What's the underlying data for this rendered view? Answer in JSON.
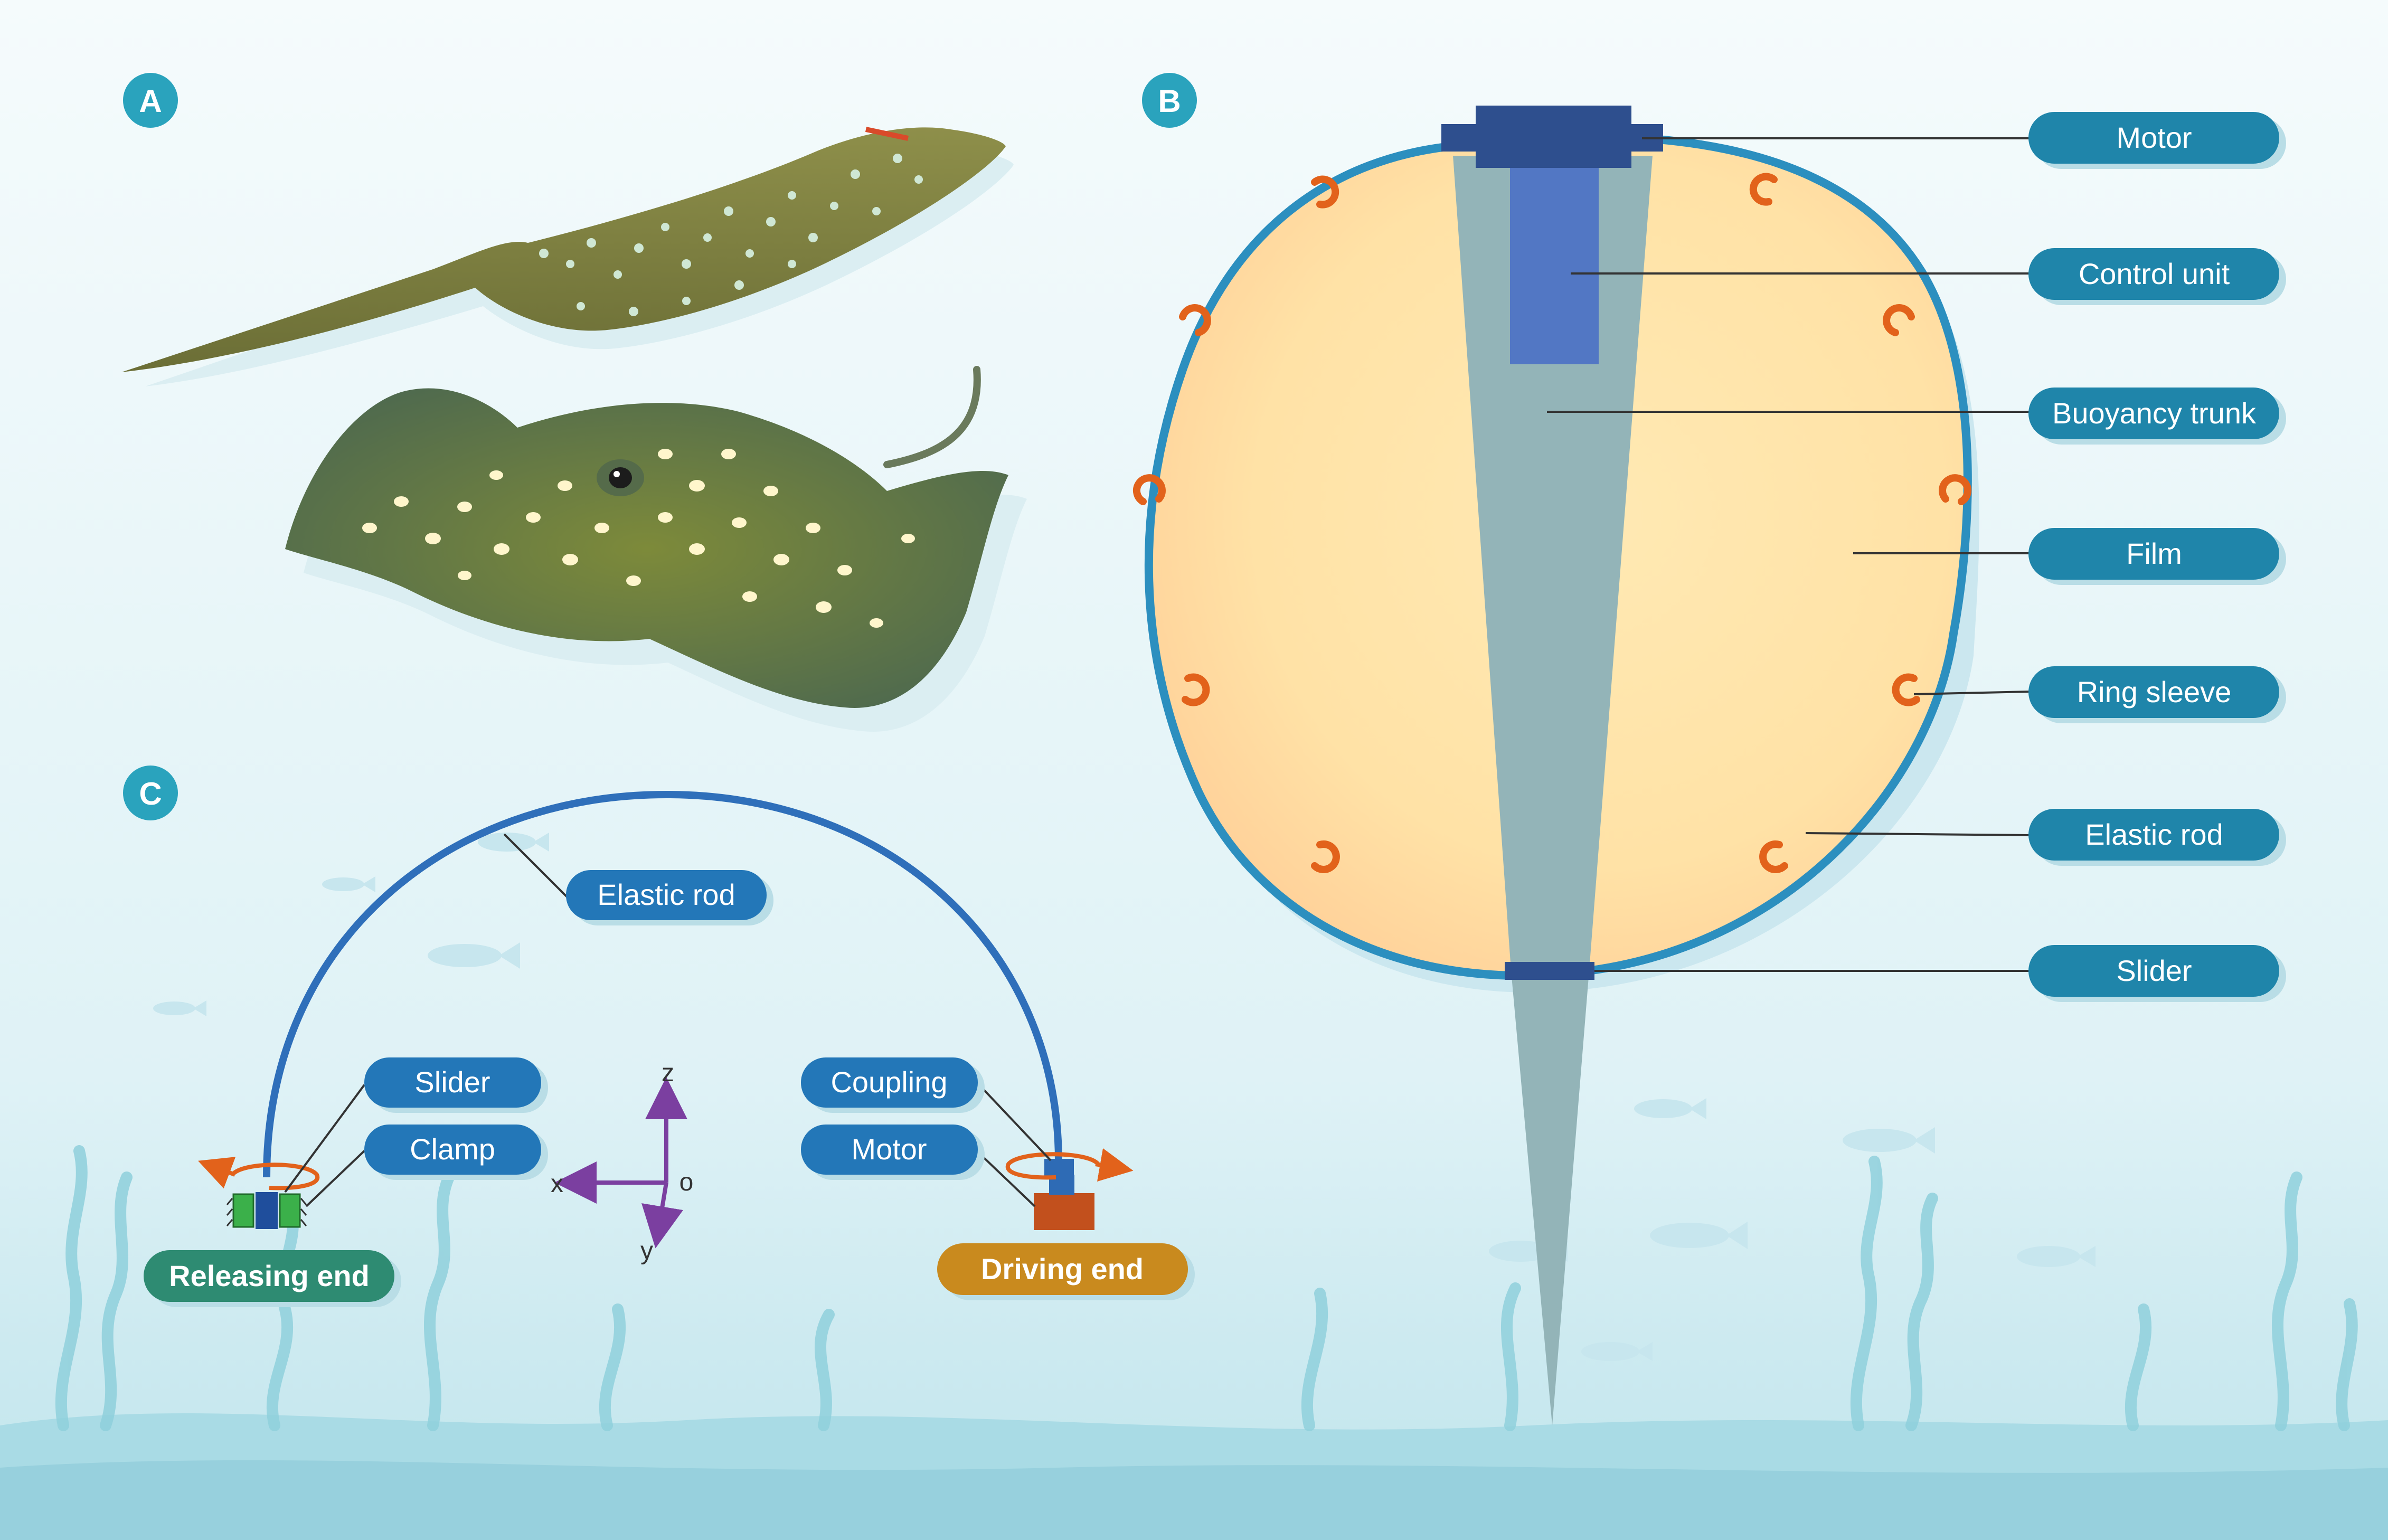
{
  "panels": {
    "a": "A",
    "b": "B",
    "c": "C"
  },
  "panel_b": {
    "labels": {
      "motor": "Motor",
      "control_unit": "Control unit",
      "buoyancy_trunk": "Buoyancy trunk",
      "film": "Film",
      "ring_sleeve": "Ring sleeve",
      "elastic_rod": "Elastic rod",
      "slider": "Slider"
    }
  },
  "panel_c": {
    "labels": {
      "elastic_rod": "Elastic rod",
      "slider": "Slider",
      "clamp": "Clamp",
      "coupling": "Coupling",
      "motor": "Motor",
      "releasing_end": "Releasing end",
      "driving_end": "Driving end"
    },
    "axes": {
      "z": "z",
      "x": "x",
      "o": "o",
      "y": "y"
    }
  },
  "colors": {
    "label_blue": "#1f85aa",
    "label_blue_dark": "#2377b8",
    "releasing_green": "#2e8b72",
    "driving_orange": "#c98a1e",
    "rod_blue": "#2f7fbf",
    "ring_orange": "#e2621b",
    "film_peach": "#ffe3a8",
    "trunk_gray": "#93b4b8",
    "motor_navy": "#2e4f8e",
    "arrow_purple": "#7b3fa0",
    "water_bg": "#eaf6f9"
  },
  "icons": [
    "stingray-side-view",
    "stingray-top-view",
    "seaweed",
    "fish-silhouette"
  ]
}
